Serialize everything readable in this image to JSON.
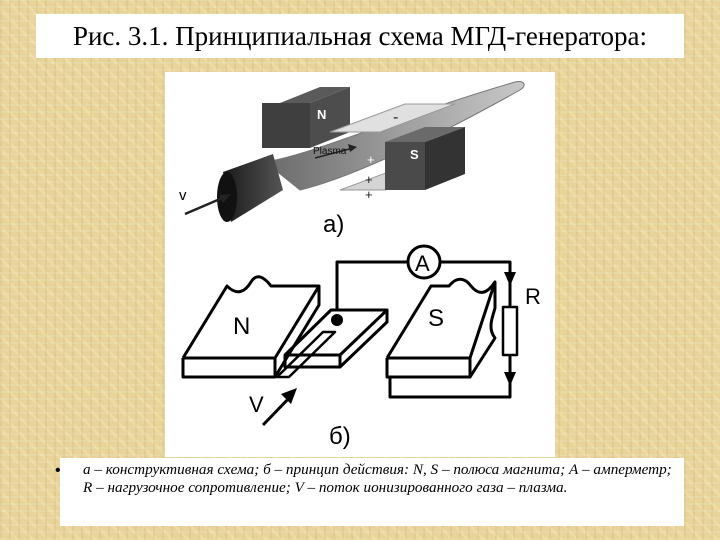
{
  "title": "Рис. 3.1. Принципиальная схема МГД-генератора:",
  "diagram_a": {
    "label": "а)",
    "pole_n": "N",
    "pole_s": "S",
    "plasma_label": "Plasma",
    "velocity_label": "v",
    "minus_sign": "-",
    "plus_sign": "+"
  },
  "diagram_b": {
    "label": "б)",
    "pole_n": "N",
    "pole_s": "S",
    "ammeter_label": "A",
    "resistor_label": "R",
    "velocity_label": "V"
  },
  "caption": {
    "bullet": "•",
    "text": "а – конструктивная схема; б – принцип действия: N, S – полюса магнита; А – амперметр; R – нагрузочное сопротивление; V – поток ионизированного газа – плазма."
  }
}
